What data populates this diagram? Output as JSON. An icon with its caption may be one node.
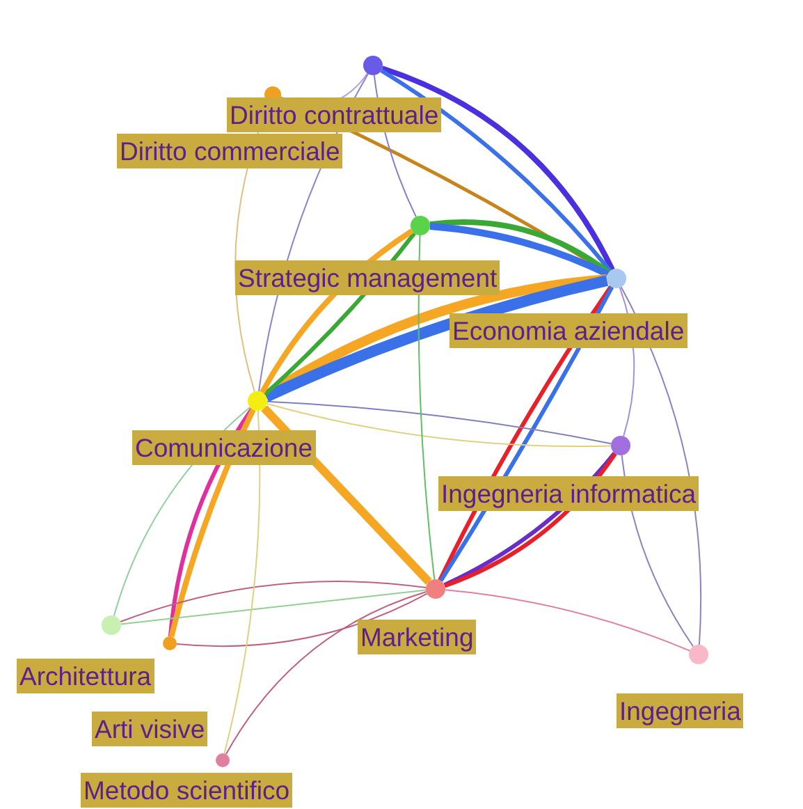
{
  "diagram": {
    "nodes": [
      {
        "text": [],
        "shape": "circle"
      },
      {
        "text": [],
        "shape": "circle",
        "beside": [
          "Diritto commerciale"
        ]
      },
      {
        "text": [],
        "shape": "circle",
        "beside": [
          "Strategic management"
        ]
      },
      {
        "text": [],
        "shape": "circle",
        "beside": [
          "Economia aziendale"
        ]
      },
      {
        "text": [],
        "shape": "circle",
        "beside": [
          "Comunicazione"
        ]
      },
      {
        "text": [],
        "shape": "circle",
        "beside": [
          "Ingegneria informatica"
        ]
      },
      {
        "text": [],
        "shape": "circle",
        "beside": [
          "Marketing"
        ]
      },
      {
        "text": [],
        "shape": "circle",
        "beside": [
          "Architettura"
        ]
      },
      {
        "text": [],
        "shape": "circle"
      },
      {
        "text": [],
        "shape": "circle",
        "beside": [
          "Metodo scientifico"
        ]
      },
      {
        "text": [],
        "shape": "circle",
        "beside": [
          "Ingegneria"
        ]
      }
    ],
    "edges": [
      {
        "from": 0,
        "to": 3,
        "arrow": "none",
        "style": "thick",
        "color": "#4b30e0"
      },
      {
        "from": 0,
        "to": 3,
        "arrow": "none",
        "style": "thick",
        "color": "#3a70e8"
      },
      {
        "from": 1,
        "to": 3,
        "arrow": "none",
        "style": "thick",
        "color": "#c8841c"
      },
      {
        "from": 2,
        "to": 3,
        "arrow": "none",
        "style": "thick",
        "color": "#3aa834"
      },
      {
        "from": 2,
        "to": 3,
        "arrow": "none",
        "style": "thick",
        "color": "#3a70e8"
      },
      {
        "from": 4,
        "to": 3,
        "arrow": "none",
        "style": "thick",
        "color": "#f5a623"
      },
      {
        "from": 4,
        "to": 3,
        "arrow": "none",
        "style": "thick",
        "color": "#3a70e8"
      },
      {
        "from": 4,
        "to": 2,
        "arrow": "none",
        "style": "thick",
        "color": "#3aa834"
      },
      {
        "from": 4,
        "to": 2,
        "arrow": "none",
        "style": "thick",
        "color": "#f5a623"
      },
      {
        "from": 3,
        "to": 6,
        "arrow": "none",
        "style": "thick",
        "color": "#e8202a"
      },
      {
        "from": 3,
        "to": 6,
        "arrow": "none",
        "style": "thick",
        "color": "#3a70e8"
      },
      {
        "from": 5,
        "to": 6,
        "arrow": "none",
        "style": "thick",
        "color": "#6a2ec8"
      },
      {
        "from": 5,
        "to": 6,
        "arrow": "none",
        "style": "thick",
        "color": "#e8202a"
      },
      {
        "from": 4,
        "to": 6,
        "arrow": "none",
        "style": "thick",
        "color": "#f5a623"
      },
      {
        "from": 4,
        "to": 8,
        "arrow": "none",
        "style": "thick",
        "color": "#e030a0"
      },
      {
        "from": 4,
        "to": 8,
        "arrow": "none",
        "style": "thick",
        "color": "#f5a623"
      },
      {
        "from": 4,
        "to": 5,
        "arrow": "none",
        "color": "#8080c0"
      },
      {
        "from": 4,
        "to": 5,
        "arrow": "none",
        "color": "#e0d080"
      },
      {
        "from": 7,
        "to": 6,
        "arrow": "none",
        "color": "#90d090"
      },
      {
        "from": 6,
        "to": 7,
        "arrow": "none",
        "color": "#c06080"
      },
      {
        "from": 6,
        "to": 10,
        "arrow": "none",
        "color": "#e080a0"
      },
      {
        "from": 5,
        "to": 10,
        "arrow": "none",
        "color": "#9080c0"
      },
      {
        "from": 6,
        "to": 8,
        "arrow": "none",
        "color": "#c06080"
      },
      {
        "from": 6,
        "to": 9,
        "arrow": "none",
        "color": "#c06080"
      },
      {
        "from": 0,
        "to": 1,
        "arrow": "none",
        "color": "#b0a0e0"
      },
      {
        "from": 0,
        "to": 2,
        "arrow": "none",
        "color": "#8080d0"
      },
      {
        "from": 2,
        "to": 6,
        "arrow": "none",
        "color": "#60c060"
      },
      {
        "from": 4,
        "to": 7,
        "arrow": "none",
        "color": "#90d0a0"
      },
      {
        "from": 4,
        "to": 9,
        "arrow": "none",
        "color": "#e0d080"
      },
      {
        "from": 1,
        "to": 4,
        "arrow": "none",
        "color": "#e0c080"
      },
      {
        "from": 0,
        "to": 4,
        "arrow": "none",
        "color": "#9080d0"
      },
      {
        "from": 3,
        "to": 5,
        "arrow": "none",
        "color": "#a090e0"
      },
      {
        "from": 3,
        "to": 10,
        "arrow": "none",
        "color": "#9080c0"
      }
    ],
    "labels": [
      "Diritto contrattuale",
      "Arti visive"
    ]
  }
}
